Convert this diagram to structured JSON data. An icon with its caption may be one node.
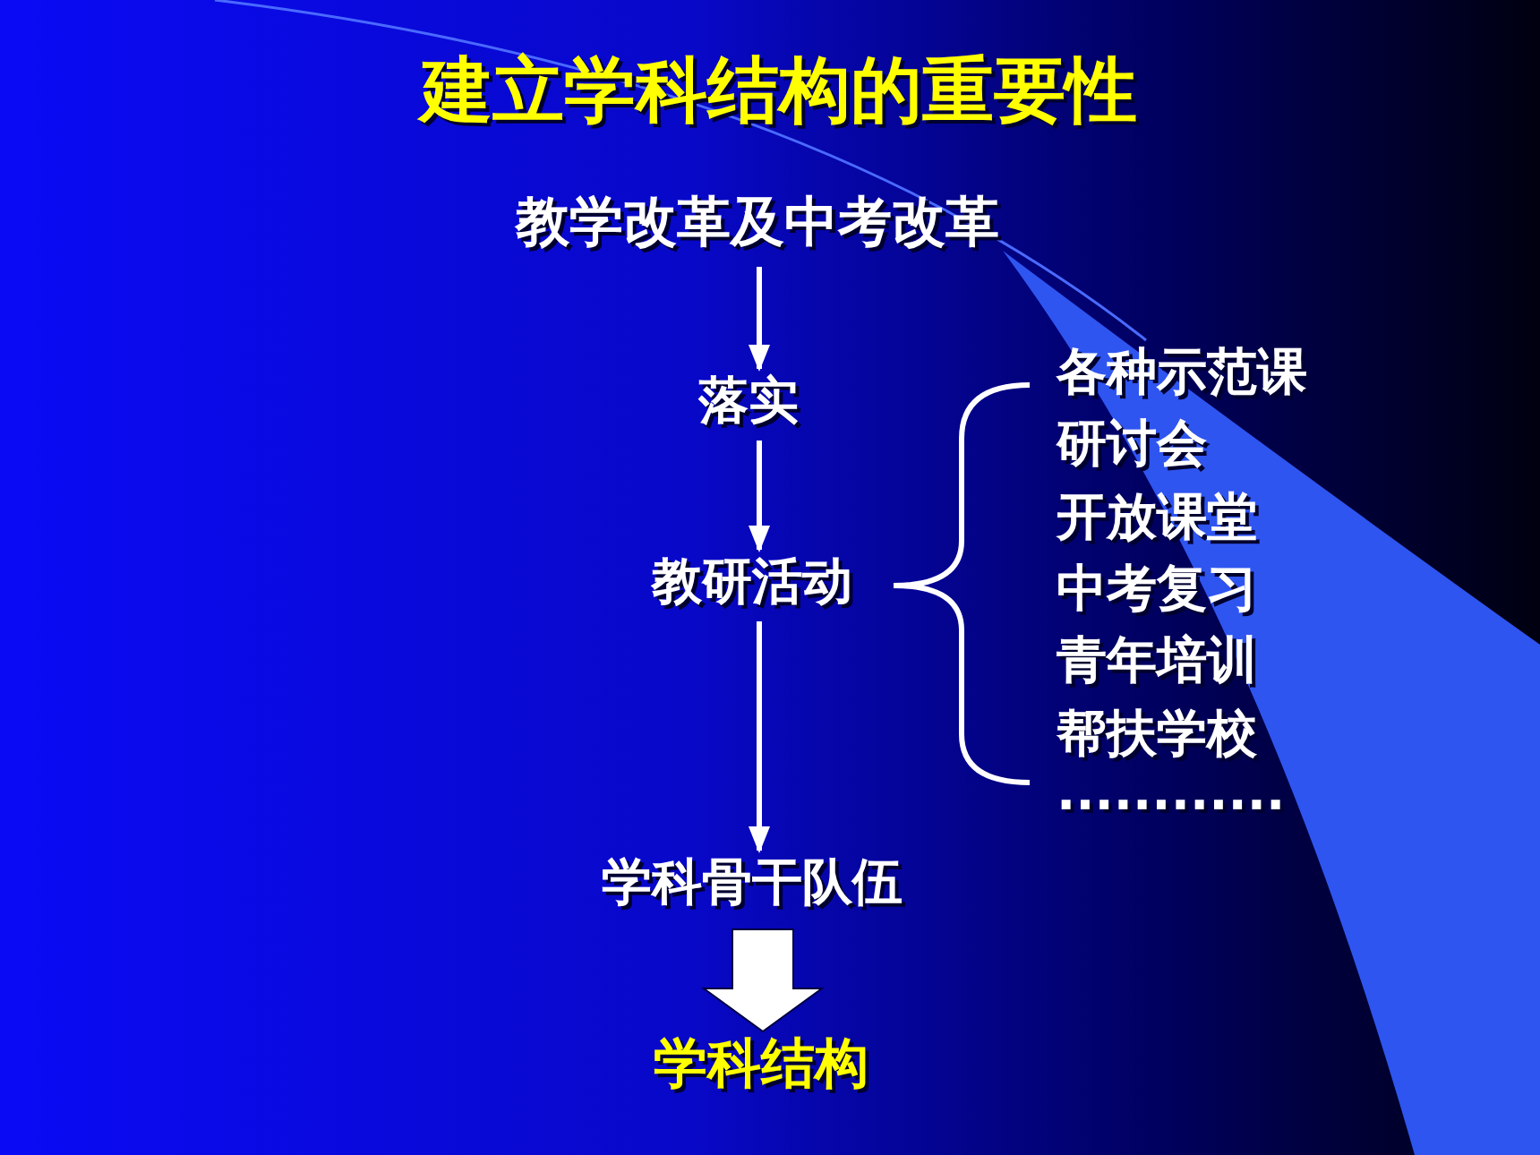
{
  "diagram": {
    "title": "建立学科结构的重要性",
    "nodes": [
      {
        "text": [
          "教学改革及中考改革"
        ]
      },
      {
        "text": [
          "落实"
        ]
      },
      {
        "text": [
          "教研活动"
        ]
      },
      {
        "text": [
          "学科骨干队伍"
        ]
      },
      {
        "text": [
          "学科结构"
        ]
      }
    ],
    "edges": [
      {
        "from": 0,
        "to": 1,
        "arrow": "to"
      },
      {
        "from": 1,
        "to": 2,
        "arrow": "to"
      },
      {
        "from": 2,
        "to": 3,
        "arrow": "to"
      },
      {
        "from": 3,
        "to": 4,
        "arrow": "to",
        "style": "thick"
      }
    ],
    "labels": [
      "各种示范课",
      "研讨会",
      "开放课堂",
      "中考复习",
      "青年培训",
      "帮扶学校",
      "············"
    ]
  }
}
